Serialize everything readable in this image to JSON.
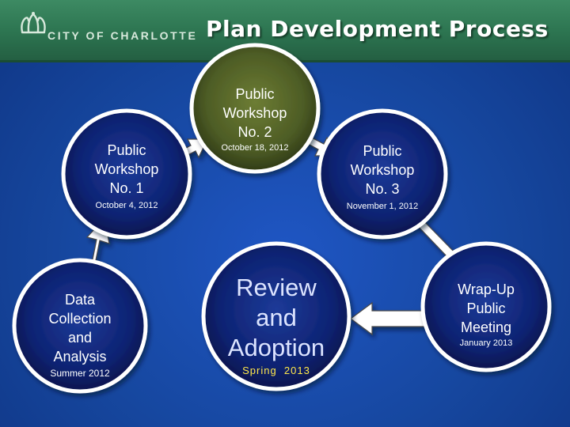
{
  "header": {
    "title": "Plan Development Process",
    "logo_text": "CITY OF CHARLOTTE"
  },
  "nodes": {
    "workshop1": {
      "label": [
        "Public",
        "Workshop",
        "No. 1"
      ],
      "date": "October 4, 2012"
    },
    "workshop2": {
      "label": [
        "Public",
        "Workshop",
        "No. 2"
      ],
      "date": "October 18, 2012"
    },
    "workshop3": {
      "label": [
        "Public",
        "Workshop",
        "No. 3"
      ],
      "date": "November 1, 2012"
    },
    "data_collection": {
      "label": [
        "Data",
        "Collection",
        "and",
        "Analysis"
      ],
      "date": "Summer 2012"
    },
    "review": {
      "label": [
        "Review",
        "and",
        "Adoption"
      ],
      "date": "Spring  2013"
    },
    "wrapup": {
      "label": [
        "Wrap-Up",
        "Public",
        "Meeting"
      ],
      "date": "January 2013"
    }
  },
  "colors": {
    "background": "#1a4fb8",
    "header_green": "#2f7a55",
    "node_fill": "#0d1f66",
    "node_fill_light": "#5a6a2c",
    "node_border": "#ffffff",
    "review_text": "#dce4ff",
    "review_date": "#ffe84a"
  },
  "icons": {
    "logo": "crown-icon"
  }
}
